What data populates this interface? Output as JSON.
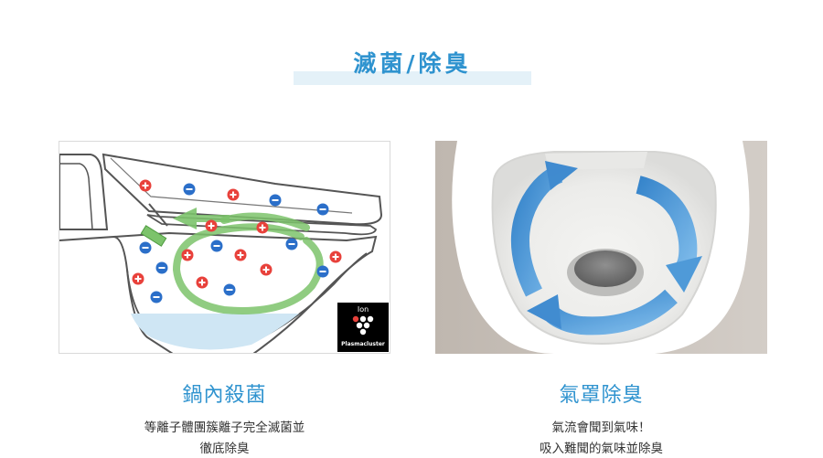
{
  "header": {
    "title": "滅菌/除臭"
  },
  "left_panel": {
    "logo": {
      "top_text": "Ion",
      "bottom_text": "Plasmacluster"
    },
    "caption": {
      "title": "鍋內殺菌",
      "line1": "等離子體團簇離子完全滅菌並",
      "line2": "徹底除臭"
    }
  },
  "right_panel": {
    "caption": {
      "title": "氣罩除臭",
      "line1": "氣流會聞到氣味！",
      "line2": "吸入難聞的氣味並除臭"
    }
  },
  "colors": {
    "accent": "#2f93cf",
    "positive_ion": "#e8413b",
    "negative_ion": "#2b6fc9",
    "swirl_green": "#7cc36b",
    "swirl_blue": "#3a8fd6"
  }
}
